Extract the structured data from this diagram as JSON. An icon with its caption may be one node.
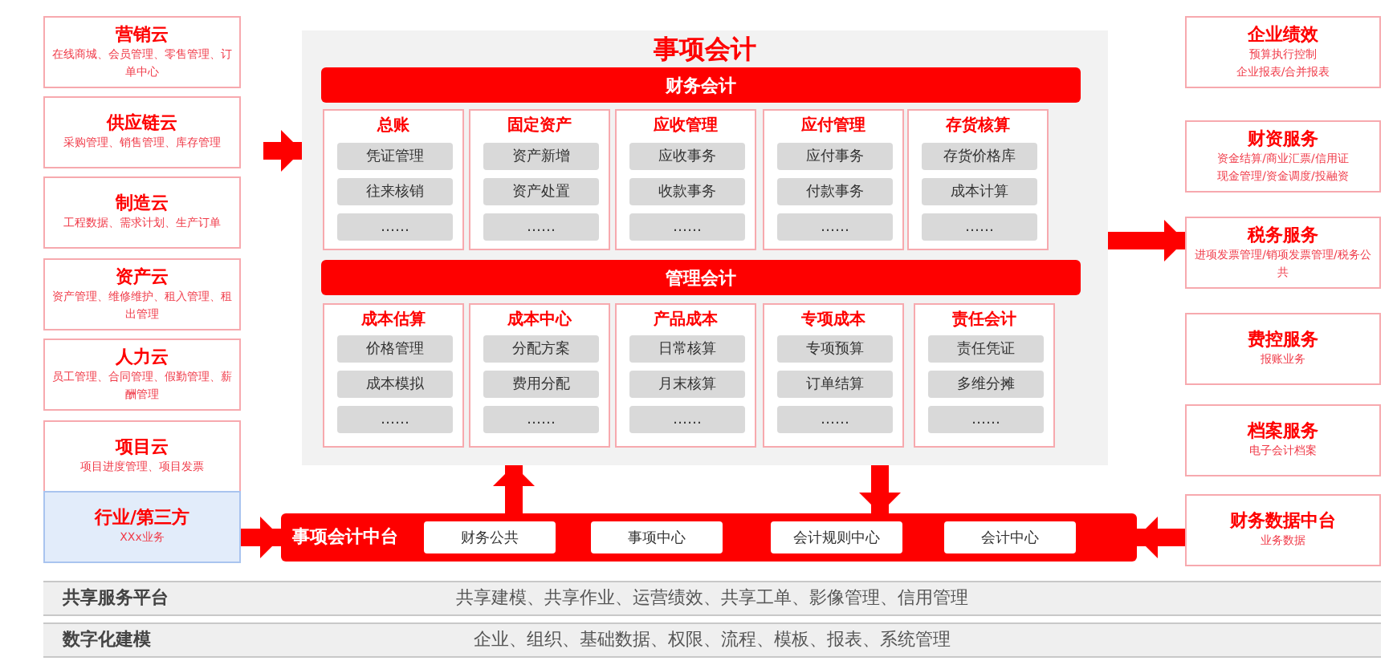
{
  "diagram": {
    "nodes": [
      {
        "text": [
          "营销云",
          "在线商城、会员管理、零售管理、订单中心"
        ]
      },
      {
        "text": [
          "供应链云",
          "采购管理、销售管理、库存管理"
        ]
      },
      {
        "text": [
          "制造云",
          "工程数据、需求计划、生产订单"
        ]
      },
      {
        "text": [
          "资产云",
          "资产管理、维修维护、租入管理、租出管理"
        ]
      },
      {
        "text": [
          "人力云",
          "员工管理、合同管理、假勤管理、薪酬管理"
        ]
      },
      {
        "text": [
          "项目云",
          "项目进度管理、项目发票"
        ]
      },
      {
        "text": [
          "行业/第三方",
          "XXx业务"
        ]
      },
      {
        "text": [
          "事项会计"
        ]
      },
      {
        "text": [
          "财务会计"
        ],
        "in": 7
      },
      {
        "text": [
          "总账"
        ],
        "in": 7
      },
      {
        "text": [
          "凭证管理"
        ],
        "in": 9
      },
      {
        "text": [
          "往来核销"
        ],
        "in": 9
      },
      {
        "text": [
          "……"
        ],
        "in": 9
      },
      {
        "text": [
          "固定资产"
        ],
        "in": 7
      },
      {
        "text": [
          "资产新增"
        ],
        "in": 13
      },
      {
        "text": [
          "资产处置"
        ],
        "in": 13
      },
      {
        "text": [
          "……"
        ],
        "in": 13
      },
      {
        "text": [
          "应收管理"
        ],
        "in": 7
      },
      {
        "text": [
          "应收事务"
        ],
        "in": 17
      },
      {
        "text": [
          "收款事务"
        ],
        "in": 17
      },
      {
        "text": [
          "……"
        ],
        "in": 17
      },
      {
        "text": [
          "应付管理"
        ],
        "in": 7
      },
      {
        "text": [
          "应付事务"
        ],
        "in": 21
      },
      {
        "text": [
          "付款事务"
        ],
        "in": 21
      },
      {
        "text": [
          "……"
        ],
        "in": 21
      },
      {
        "text": [
          "存货核算"
        ],
        "in": 7
      },
      {
        "text": [
          "存货价格库"
        ],
        "in": 25
      },
      {
        "text": [
          "成本计算"
        ],
        "in": 25
      },
      {
        "text": [
          "……"
        ],
        "in": 25
      },
      {
        "text": [
          "管理会计"
        ],
        "in": 7
      },
      {
        "text": [
          "成本估算"
        ],
        "in": 7
      },
      {
        "text": [
          "价格管理"
        ],
        "in": 30
      },
      {
        "text": [
          "成本模拟"
        ],
        "in": 30
      },
      {
        "text": [
          "……"
        ],
        "in": 30
      },
      {
        "text": [
          "成本中心"
        ],
        "in": 7
      },
      {
        "text": [
          "分配方案"
        ],
        "in": 34
      },
      {
        "text": [
          "费用分配"
        ],
        "in": 34
      },
      {
        "text": [
          "……"
        ],
        "in": 34
      },
      {
        "text": [
          "产品成本"
        ],
        "in": 7
      },
      {
        "text": [
          "日常核算"
        ],
        "in": 38
      },
      {
        "text": [
          "月末核算"
        ],
        "in": 38
      },
      {
        "text": [
          "……"
        ],
        "in": 38
      },
      {
        "text": [
          "专项成本"
        ],
        "in": 7
      },
      {
        "text": [
          "专项预算"
        ],
        "in": 42
      },
      {
        "text": [
          "订单结算"
        ],
        "in": 42
      },
      {
        "text": [
          "……"
        ],
        "in": 42
      },
      {
        "text": [
          "责任会计"
        ],
        "in": 7
      },
      {
        "text": [
          "责任凭证"
        ],
        "in": 46
      },
      {
        "text": [
          "多维分摊"
        ],
        "in": 46
      },
      {
        "text": [
          "……"
        ],
        "in": 46
      },
      {
        "text": [
          "事项会计中台"
        ]
      },
      {
        "text": [
          "财务公共"
        ],
        "in": 50
      },
      {
        "text": [
          "事项中心"
        ],
        "in": 50
      },
      {
        "text": [
          "会计规则中心"
        ],
        "in": 50
      },
      {
        "text": [
          "会计中心"
        ],
        "in": 50
      },
      {
        "text": [
          "企业绩效",
          "预算执行控制",
          "企业报表/合并报表"
        ]
      },
      {
        "text": [
          "财资服务",
          "资金结算/商业汇票/信用证",
          "现金管理/资金调度/投融资"
        ]
      },
      {
        "text": [
          "税务服务",
          "进项发票管理/销项发票管理/税务公共"
        ]
      },
      {
        "text": [
          "费控服务",
          "报账业务"
        ]
      },
      {
        "text": [
          "档案服务",
          "电子会计档案"
        ]
      },
      {
        "text": [
          "财务数据中台",
          "业务数据"
        ]
      },
      {
        "text": [
          "共享服务平台",
          "共享建模、共享作业、运营绩效、共享工单、影像管理、信用管理"
        ]
      },
      {
        "text": [
          "数字化建模",
          "企业、组织、基础数据、权限、流程、模板、报表、系统管理"
        ]
      }
    ],
    "edges": [
      {
        "from": null,
        "to": 7,
        "arrow": "to"
      },
      {
        "from": 6,
        "to": 50,
        "arrow": "to"
      },
      {
        "from": 7,
        "to": 57,
        "arrow": "to"
      },
      {
        "from": 60,
        "to": 50,
        "arrow": "to"
      },
      {
        "from": 50,
        "to": 7,
        "arrow": "to"
      },
      {
        "from": 7,
        "to": 50,
        "arrow": "to"
      }
    ]
  }
}
